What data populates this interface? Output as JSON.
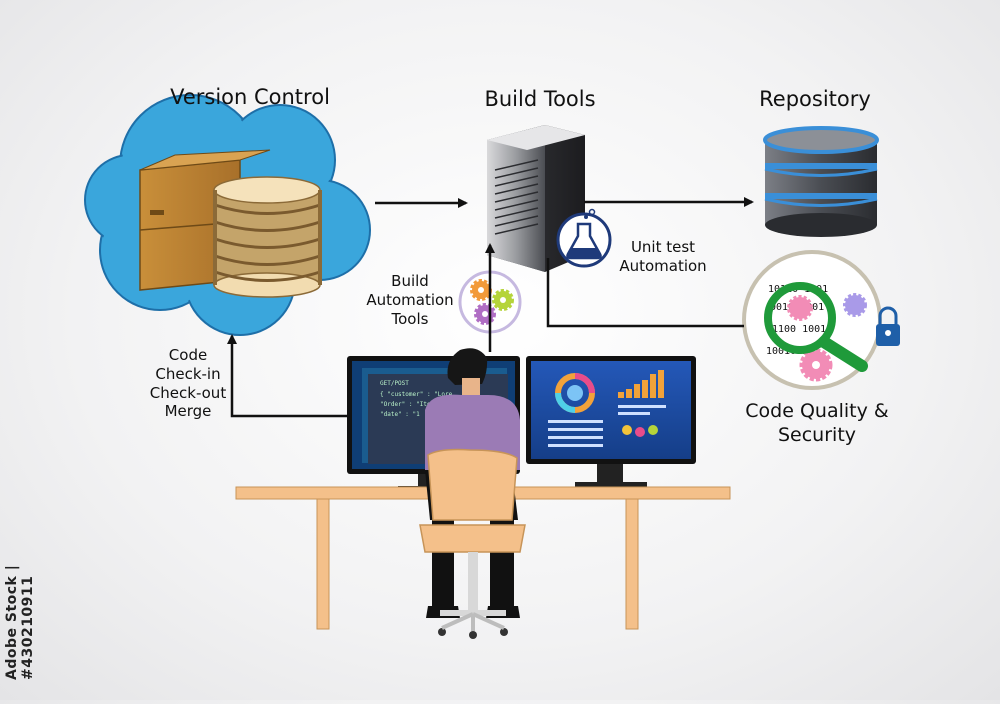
{
  "nodes": {
    "version_control": "Version Control",
    "build_tools": "Build Tools",
    "repository": "Repository",
    "unit_test": [
      "Unit test",
      "Automation"
    ],
    "build_automation": [
      "Build",
      "Automation",
      "Tools"
    ],
    "code_actions": [
      "Code",
      "Check-in",
      "Check-out",
      "Merge"
    ],
    "code_quality": [
      "Code Quality &",
      "Security"
    ]
  },
  "screen_code": {
    "header": "GET/POST",
    "lines": [
      "{  \"customer\" : \"Lore",
      "   \"Order\" : \"Iten",
      "   \"date\" : \"1"
    ]
  },
  "binary_lines": [
    "10110 1001",
    "0010 1001",
    "1100 1001",
    "10010110"
  ],
  "watermark": "Adobe Stock | #430210911",
  "colors": {
    "cloud": "#3aa6dc",
    "arrow": "#111111",
    "db_band": "#3a8fd8",
    "magnifier": "#1f9a3a",
    "screen": "#1c4fa5",
    "person_shirt": "#9b7bb5",
    "chair": "#f4c08a",
    "desk": "#f4c08a"
  }
}
